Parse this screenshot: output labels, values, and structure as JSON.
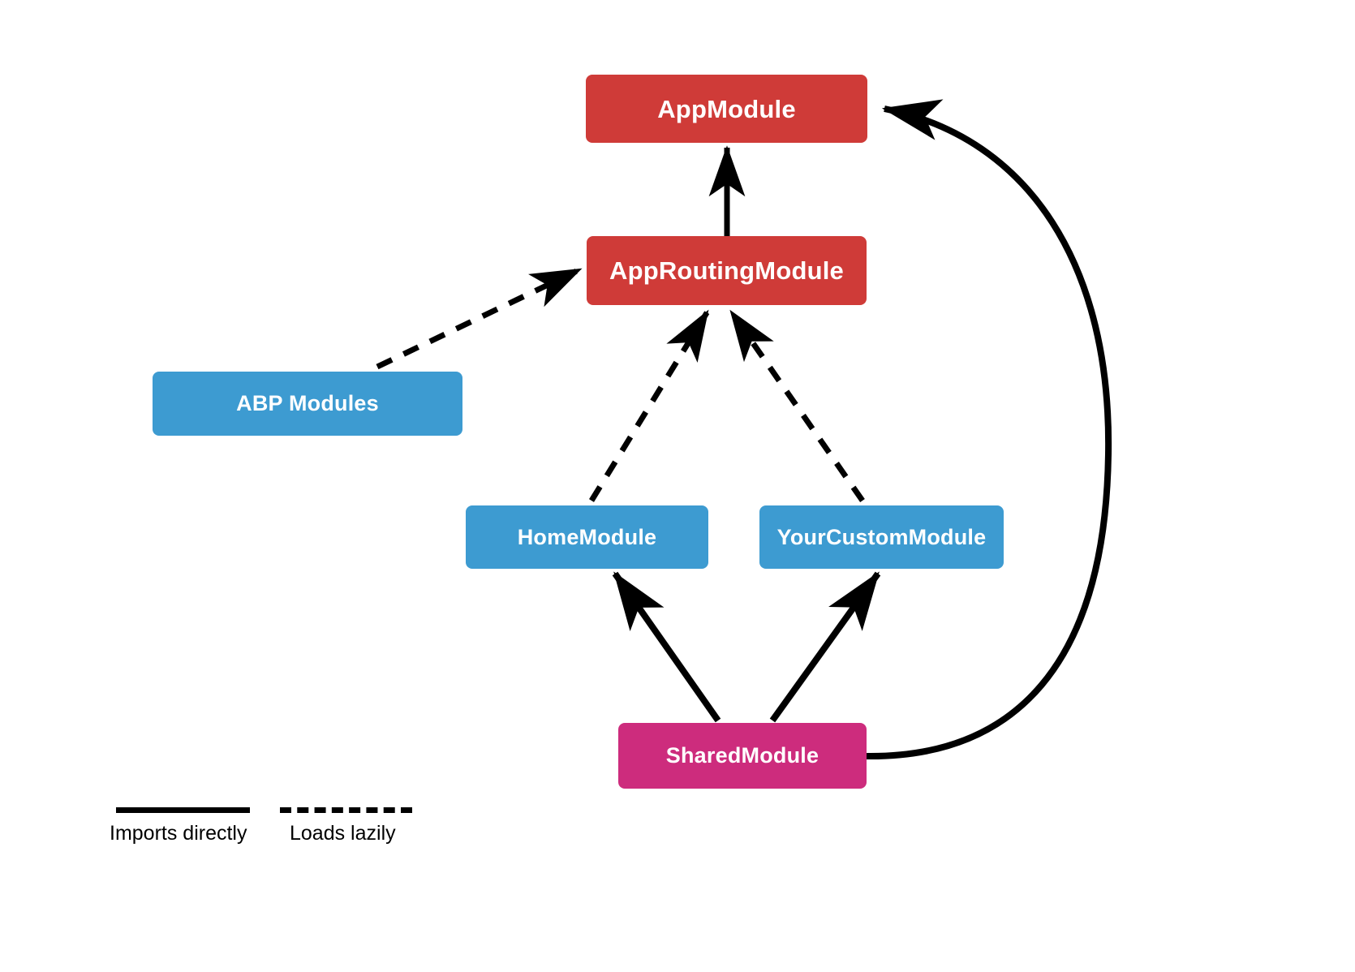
{
  "diagram": {
    "type": "module-dependency-graph",
    "background": "#ffffff",
    "colors": {
      "red": "#cf3b38",
      "blue": "#3d9bd1",
      "magenta": "#cd2c7d",
      "edge": "#000000",
      "node_text": "#ffffff",
      "legend_text": "#000000"
    },
    "nodes": [
      {
        "id": "app-module",
        "label": "AppModule",
        "color": "#cf3b38"
      },
      {
        "id": "app-routing-module",
        "label": "AppRoutingModule",
        "color": "#cf3b38"
      },
      {
        "id": "abp-modules",
        "label": "ABP Modules",
        "color": "#3d9bd1"
      },
      {
        "id": "home-module",
        "label": "HomeModule",
        "color": "#3d9bd1"
      },
      {
        "id": "your-custom-module",
        "label": "YourCustomModule",
        "color": "#3d9bd1"
      },
      {
        "id": "shared-module",
        "label": "SharedModule",
        "color": "#cd2c7d"
      }
    ],
    "edges": [
      {
        "id": "edge-approuting-to-appmodule",
        "from": "app-routing-module",
        "to": "app-module",
        "style": "solid"
      },
      {
        "id": "edge-abp-to-approuting",
        "from": "abp-modules",
        "to": "app-routing-module",
        "style": "dashed"
      },
      {
        "id": "edge-home-to-approuting",
        "from": "home-module",
        "to": "app-routing-module",
        "style": "dashed"
      },
      {
        "id": "edge-custom-to-approuting",
        "from": "your-custom-module",
        "to": "app-routing-module",
        "style": "dashed"
      },
      {
        "id": "edge-shared-to-home",
        "from": "shared-module",
        "to": "home-module",
        "style": "solid"
      },
      {
        "id": "edge-shared-to-custom",
        "from": "shared-module",
        "to": "your-custom-module",
        "style": "solid"
      },
      {
        "id": "edge-shared-to-appmodule",
        "from": "shared-module",
        "to": "app-module",
        "style": "solid"
      }
    ],
    "legend": {
      "entries": [
        {
          "id": "imports-directly",
          "label": "Imports directly",
          "style": "solid"
        },
        {
          "id": "loads-lazily",
          "label": "Loads lazily",
          "style": "dashed"
        }
      ]
    }
  }
}
